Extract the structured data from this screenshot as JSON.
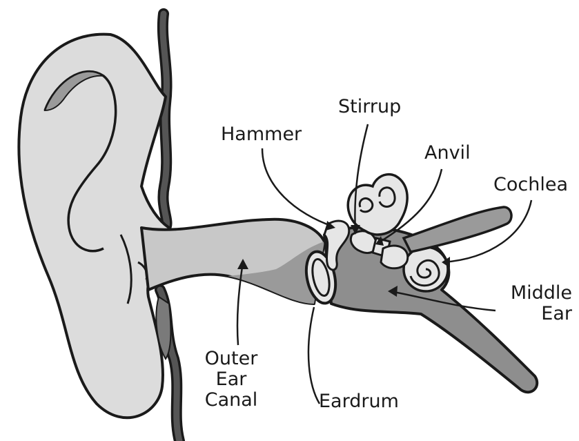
{
  "labels": {
    "stirrup": "Stirrup",
    "hammer": "Hammer",
    "anvil": "Anvil",
    "cochlea": "Cochlea",
    "middle_ear": [
      "Middle",
      "Ear"
    ],
    "outer_ear_canal": [
      "Outer",
      "Ear",
      "Canal"
    ],
    "eardrum": "Eardrum"
  },
  "colors": {
    "outline": "#1a1a1a",
    "skin": "#dcdcdc",
    "canal": "#b8b8b8",
    "middle": "#8e8e8e",
    "shadow": "#9a9a9a",
    "head_line": "#555555",
    "background": "#ffffff"
  }
}
